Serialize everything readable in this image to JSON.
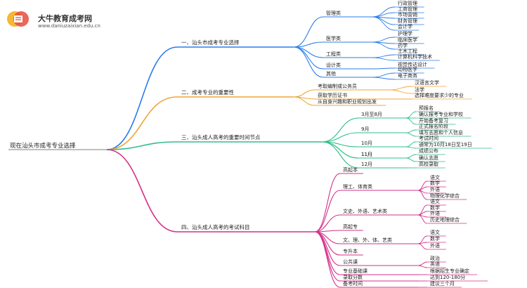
{
  "logo": {
    "title": "大牛教育成考网",
    "url": "www.daniuzaixian.edu.cn"
  },
  "root": "现在汕头市成考专业选择",
  "colors": {
    "blue": "#2b7de9",
    "orange": "#f0a63a",
    "green": "#2fbf8a",
    "magenta": "#d6308a"
  },
  "branches": [
    {
      "label": "一、汕头市成考专业选择",
      "color": "blue",
      "children": [
        {
          "label": "管理类",
          "children": [
            "行政管理",
            "工商管理",
            "市场营销",
            "财务管理",
            "会计学"
          ]
        },
        {
          "label": "医学类",
          "children": [
            "护理学",
            "临床医学",
            "药学"
          ]
        },
        {
          "label": "工程类",
          "children": [
            "土木工程",
            "计算机科学技术"
          ]
        },
        {
          "label": "设计类",
          "children": [
            "视觉传达设计"
          ]
        },
        {
          "label": "其他",
          "children": [
            "动物医学",
            "电子商务"
          ]
        }
      ]
    },
    {
      "label": "二、成考专业的重要性",
      "color": "orange",
      "children": [
        {
          "label": "考取编制或公务员",
          "children": [
            "汉语言文学",
            "法学"
          ]
        },
        {
          "label": "获取学历证书",
          "children": [
            "选择难度要求少的专业"
          ]
        },
        {
          "label": "从自身兴趣和职业规划出发",
          "children": []
        }
      ]
    },
    {
      "label": "三、汕头成人高考的重要时间节点",
      "color": "green",
      "children": [
        {
          "label": "3月至8月",
          "children": [
            "预报名",
            "确认报考专业和学校",
            "开始备考复习"
          ]
        },
        {
          "label": "9月",
          "children": [
            "正式报名阶段",
            "填写志愿和个人信息"
          ]
        },
        {
          "label": "10月",
          "children": [
            "考试时间",
            "通常为10月18日至19日"
          ]
        },
        {
          "label": "11月",
          "children": [
            "成绩公布"
          ]
        },
        {
          "label": "11月",
          "children": [
            "确认志愿"
          ]
        },
        {
          "label": "12月",
          "children": [
            "高校录取"
          ]
        }
      ]
    },
    {
      "label": "四、汕头成人高考的考试科目",
      "color": "magenta",
      "children": [
        {
          "label": "高起本",
          "children": []
        },
        {
          "label": "理工、体育类",
          "children": [
            "语文",
            "数学",
            "外语",
            "物理化学综合"
          ]
        },
        {
          "label": "文史、外语、艺术类",
          "children": [
            "语文",
            "数学",
            "外语",
            "历史地理综合"
          ]
        },
        {
          "label": "高起专",
          "children": []
        },
        {
          "label": "文、理、外、体、艺类",
          "children": [
            "语文",
            "数学",
            "外语"
          ]
        },
        {
          "label": "专升本",
          "children": []
        },
        {
          "label": "公共课",
          "children": [
            "政治",
            "英语"
          ]
        },
        {
          "label": "专业基础课",
          "children": [
            "根据招生专业确定"
          ]
        },
        {
          "label": "录取分数",
          "children": [
            "达到120-180分"
          ]
        },
        {
          "label": "备考时间",
          "children": [
            "建议三个月"
          ]
        }
      ]
    }
  ]
}
